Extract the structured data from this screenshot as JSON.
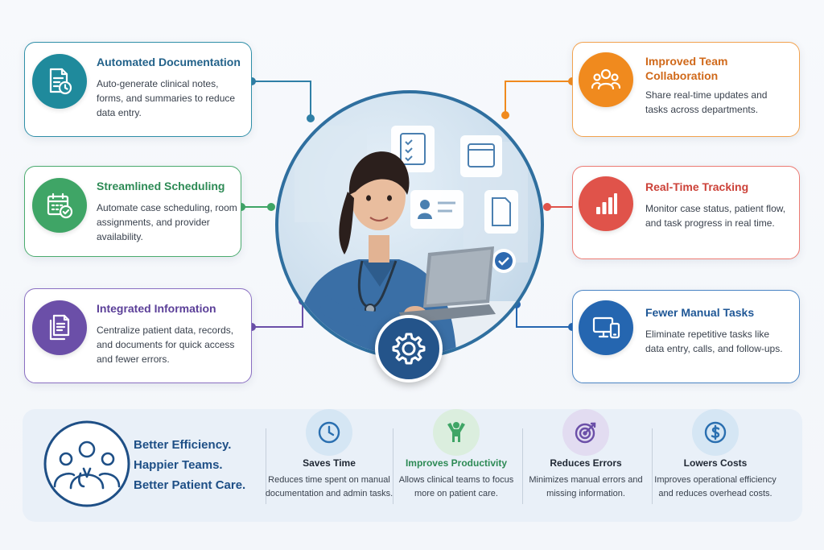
{
  "features_left": [
    {
      "title": "Automated Documentation",
      "desc": "Auto-generate clinical notes, forms, and summaries to reduce data entry.",
      "icon": "document-clock-icon",
      "color": "#1f8a9c"
    },
    {
      "title": "Streamlined Scheduling",
      "desc": "Automate case scheduling, room assignments, and provider availability.",
      "icon": "calendar-check-icon",
      "color": "#3fa566"
    },
    {
      "title": "Integrated Information",
      "desc": "Centralize patient data, records, and documents for quick access and fewer errors.",
      "icon": "documents-stack-icon",
      "color": "#6b4fa8"
    }
  ],
  "features_right": [
    {
      "title": "Improved Team Collaboration",
      "desc": "Share real-time updates and tasks across departments.",
      "icon": "team-icon",
      "color": "#f08a1e"
    },
    {
      "title": "Real-Time Tracking",
      "desc": "Monitor case status, patient flow, and task progress in real time.",
      "icon": "bar-chart-icon",
      "color": "#e0534a"
    },
    {
      "title": "Fewer Manual Tasks",
      "desc": "Eliminate repetitive tasks like data entry, calls, and follow-ups.",
      "icon": "devices-icon",
      "color": "#2566b0"
    }
  ],
  "tagline": [
    "Better Efficiency.",
    "Happier Teams.",
    "Better Patient Care."
  ],
  "benefits": [
    {
      "title": "Saves Time",
      "desc": "Reduces time spent on manual documentation and admin tasks.",
      "icon": "clock-icon",
      "color": "#2a6fb0",
      "bg": "#d5e6f4"
    },
    {
      "title": "Improves Productivity",
      "desc": "Allows clinical teams to focus more on patient care.",
      "icon": "person-raised-arms-icon",
      "color": "#3fa566",
      "bg": "#dbeede"
    },
    {
      "title": "Reduces Errors",
      "desc": "Minimizes manual errors and missing information.",
      "icon": "target-icon",
      "color": "#6b4fa8",
      "bg": "#e2dcf1"
    },
    {
      "title": "Lowers Costs",
      "desc": "Improves operational efficiency and reduces overhead costs.",
      "icon": "dollar-icon",
      "color": "#2a6fb0",
      "bg": "#d5e6f4"
    }
  ]
}
